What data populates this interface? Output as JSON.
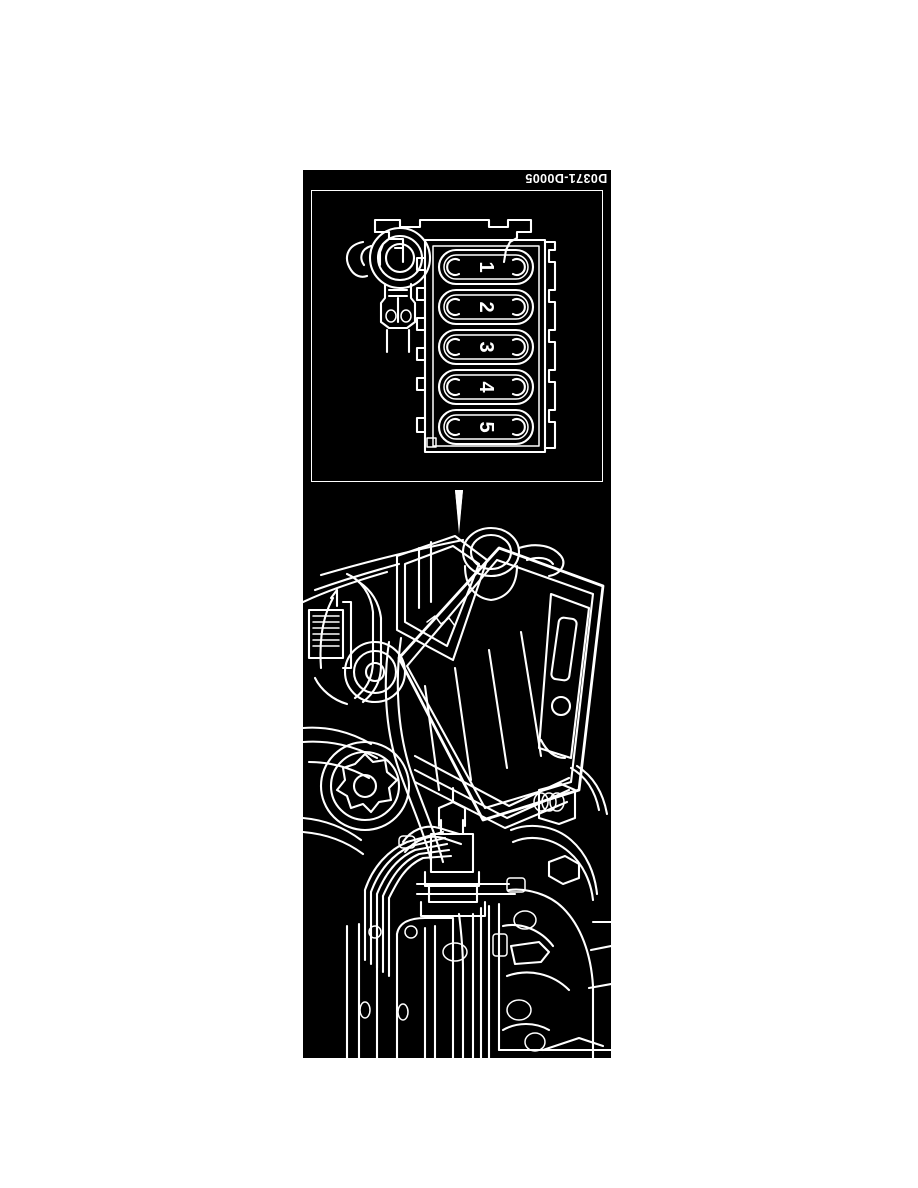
{
  "document": {
    "background_color": "#ffffff",
    "figure_background_color": "#000000",
    "line_color": "#ffffff"
  },
  "figure": {
    "image_id": "D0371-D0005",
    "image_id_rotation_deg": 180,
    "type": "automotive-service-line-drawing",
    "panels": [
      {
        "name": "detail-callout",
        "description": "enlarged detail view of ignition coil connector block"
      },
      {
        "name": "engine-compartment",
        "description": "engine bay overview with callout pointer"
      }
    ]
  },
  "detail_view": {
    "connectors": [
      {
        "label": "1"
      },
      {
        "label": "2"
      },
      {
        "label": "3"
      },
      {
        "label": "4"
      },
      {
        "label": "5"
      }
    ],
    "label_rotation_deg": 90
  },
  "callout": {
    "shape": "downward-pointer",
    "points_to": "engine-compartment"
  }
}
